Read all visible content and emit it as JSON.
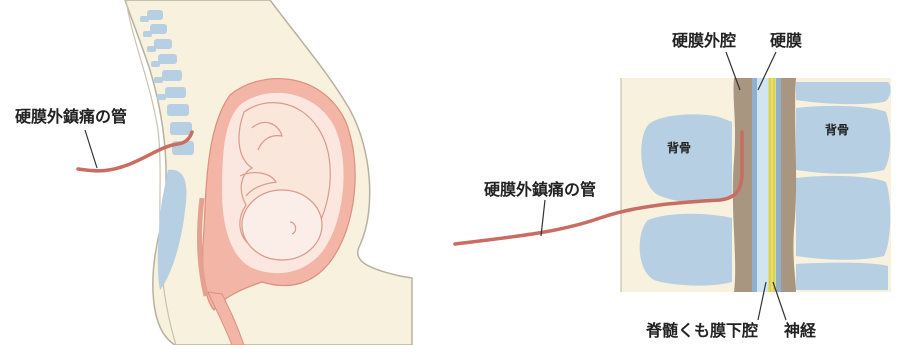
{
  "left_figure": {
    "catheter_label": "硬膜外鎮痛の管"
  },
  "right_figure": {
    "catheter_label": "硬膜外鎮痛の管",
    "epidural_space_label": "硬膜外腔",
    "dura_label": "硬膜",
    "vertebra_left_label": "背骨",
    "vertebra_right_label": "背骨",
    "subarachnoid_label": "脊髄くも膜下腔",
    "nerve_label": "神経"
  },
  "colors": {
    "skin": "#f7f1dd",
    "outline": "#b7b1a1",
    "bone": "#b7cfe2",
    "uterus": "#f2b5a6",
    "catheter": "#c96c62",
    "dura": "#a89680",
    "nerve": "#e7de6c"
  }
}
